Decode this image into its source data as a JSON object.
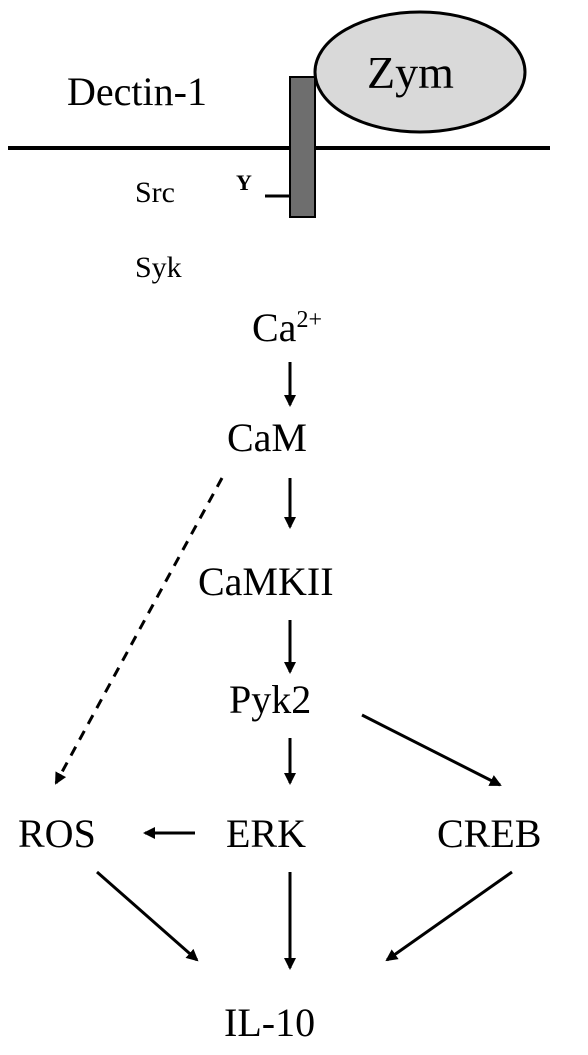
{
  "diagram": {
    "ligand": "Zym",
    "receptor": "Dectin-1",
    "tyrosine": "Y",
    "kinases": [
      "Src",
      "Syk"
    ],
    "calcium": {
      "base": "Ca",
      "charge": "2+"
    },
    "nodes": {
      "cam": "CaM",
      "camkii": "CaMKII",
      "pyk2": "Pyk2",
      "ros": "ROS",
      "erk": "ERK",
      "creb": "CREB",
      "il10": "IL-10"
    },
    "edges": [
      {
        "from": "Ca2+",
        "to": "CaM",
        "style": "solid"
      },
      {
        "from": "CaM",
        "to": "CaMKII",
        "style": "solid"
      },
      {
        "from": "CaMKII",
        "to": "Pyk2",
        "style": "solid"
      },
      {
        "from": "Pyk2",
        "to": "ERK",
        "style": "solid"
      },
      {
        "from": "Pyk2",
        "to": "CREB",
        "style": "solid"
      },
      {
        "from": "CaM",
        "to": "ROS",
        "style": "dashed"
      },
      {
        "from": "ERK",
        "to": "ROS",
        "style": "solid"
      },
      {
        "from": "ROS",
        "to": "IL-10",
        "style": "solid"
      },
      {
        "from": "ERK",
        "to": "IL-10",
        "style": "solid"
      },
      {
        "from": "CREB",
        "to": "IL-10",
        "style": "solid"
      }
    ],
    "colors": {
      "ligand_fill": "#d9d9d9",
      "receptor_fill": "#6e6e6e",
      "line": "#000000"
    }
  }
}
